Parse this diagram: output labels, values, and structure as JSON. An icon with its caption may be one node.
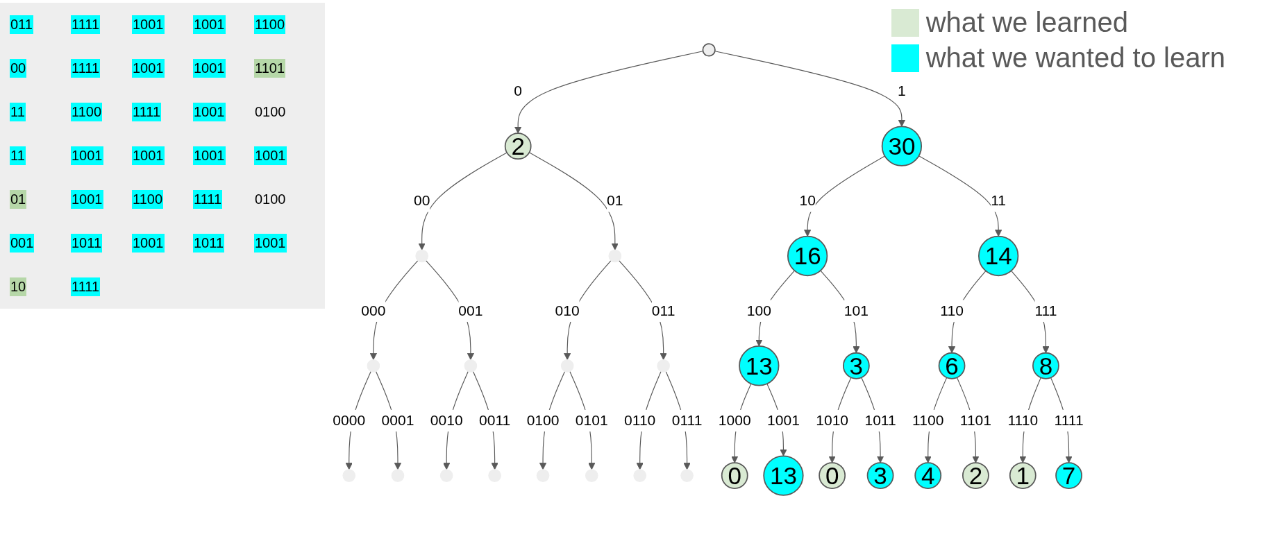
{
  "diagram": {
    "nodes": [
      {
        "text": [],
        "shape": "circle"
      },
      {
        "text": [
          "2"
        ]
      },
      {
        "text": [
          "30"
        ]
      },
      {
        "text": [],
        "shape": "circle"
      },
      {
        "text": [],
        "shape": "circle"
      },
      {
        "text": [
          "16"
        ]
      },
      {
        "text": [
          "14"
        ]
      },
      {
        "text": [],
        "shape": "circle"
      },
      {
        "text": [],
        "shape": "circle"
      },
      {
        "text": [],
        "shape": "circle"
      },
      {
        "text": [],
        "shape": "circle"
      },
      {
        "text": [
          "13"
        ]
      },
      {
        "text": [
          "3"
        ]
      },
      {
        "text": [
          "6"
        ]
      },
      {
        "text": [
          "8"
        ]
      },
      {
        "text": [],
        "shape": "circle"
      },
      {
        "text": [],
        "shape": "circle"
      },
      {
        "text": [],
        "shape": "circle"
      },
      {
        "text": [],
        "shape": "circle"
      },
      {
        "text": [],
        "shape": "circle"
      },
      {
        "text": [],
        "shape": "circle"
      },
      {
        "text": [],
        "shape": "circle"
      },
      {
        "text": [],
        "shape": "circle"
      },
      {
        "text": [
          "0"
        ]
      },
      {
        "text": [
          "13"
        ]
      },
      {
        "text": [
          "0"
        ]
      },
      {
        "text": [
          "3"
        ]
      },
      {
        "text": [
          "4"
        ]
      },
      {
        "text": [
          "2"
        ]
      },
      {
        "text": [
          "1"
        ]
      },
      {
        "text": [
          "7"
        ]
      }
    ],
    "edges": [
      {
        "from": 0,
        "to": 1,
        "arrow": "to",
        "label": "0"
      },
      {
        "from": 0,
        "to": 2,
        "arrow": "to",
        "label": "1"
      },
      {
        "from": 1,
        "to": 3,
        "arrow": "to",
        "label": "00"
      },
      {
        "from": 1,
        "to": 4,
        "arrow": "to",
        "label": "01"
      },
      {
        "from": 2,
        "to": 5,
        "arrow": "to",
        "label": "10"
      },
      {
        "from": 2,
        "to": 6,
        "arrow": "to",
        "label": "11"
      },
      {
        "from": 3,
        "to": 7,
        "arrow": "to",
        "label": "000"
      },
      {
        "from": 3,
        "to": 8,
        "arrow": "to",
        "label": "001"
      },
      {
        "from": 4,
        "to": 9,
        "arrow": "to",
        "label": "010"
      },
      {
        "from": 4,
        "to": 10,
        "arrow": "to",
        "label": "011"
      },
      {
        "from": 5,
        "to": 11,
        "arrow": "to",
        "label": "100"
      },
      {
        "from": 5,
        "to": 12,
        "arrow": "to",
        "label": "101"
      },
      {
        "from": 6,
        "to": 13,
        "arrow": "to",
        "label": "110"
      },
      {
        "from": 6,
        "to": 14,
        "arrow": "to",
        "label": "111"
      },
      {
        "from": 7,
        "to": 15,
        "arrow": "to",
        "label": "0000"
      },
      {
        "from": 7,
        "to": 16,
        "arrow": "to",
        "label": "0001"
      },
      {
        "from": 8,
        "to": 17,
        "arrow": "to",
        "label": "0010"
      },
      {
        "from": 8,
        "to": 18,
        "arrow": "to",
        "label": "0011"
      },
      {
        "from": 9,
        "to": 19,
        "arrow": "to",
        "label": "0100"
      },
      {
        "from": 9,
        "to": 20,
        "arrow": "to",
        "label": "0101"
      },
      {
        "from": 10,
        "to": 21,
        "arrow": "to",
        "label": "0110"
      },
      {
        "from": 10,
        "to": 22,
        "arrow": "to",
        "label": "0111"
      },
      {
        "from": 11,
        "to": 23,
        "arrow": "to",
        "label": "1000"
      },
      {
        "from": 11,
        "to": 24,
        "arrow": "to",
        "label": "1001"
      },
      {
        "from": 12,
        "to": 25,
        "arrow": "to",
        "label": "1010"
      },
      {
        "from": 12,
        "to": 26,
        "arrow": "to",
        "label": "1011"
      },
      {
        "from": 13,
        "to": 27,
        "arrow": "to",
        "label": "1100"
      },
      {
        "from": 13,
        "to": 28,
        "arrow": "to",
        "label": "1101"
      },
      {
        "from": 14,
        "to": 29,
        "arrow": "to",
        "label": "1110"
      },
      {
        "from": 14,
        "to": 30,
        "arrow": "to",
        "label": "1111"
      }
    ],
    "labels": [
      "011",
      "1111",
      "1001",
      "1001",
      "1100",
      "00",
      "1111",
      "1001",
      "1001",
      "1101",
      "11",
      "1100",
      "1111",
      "1001",
      "0100",
      "11",
      "1001",
      "1001",
      "1001",
      "1001",
      "01",
      "1001",
      "1100",
      "1111",
      "0100",
      "001",
      "1011",
      "1001",
      "1011",
      "1001",
      "10",
      "1111"
    ],
    "legend": [
      {
        "text": "what we learned",
        "color": "#d9ead3"
      },
      {
        "text": "what we wanted to learn",
        "color": "#00ffff"
      }
    ]
  }
}
